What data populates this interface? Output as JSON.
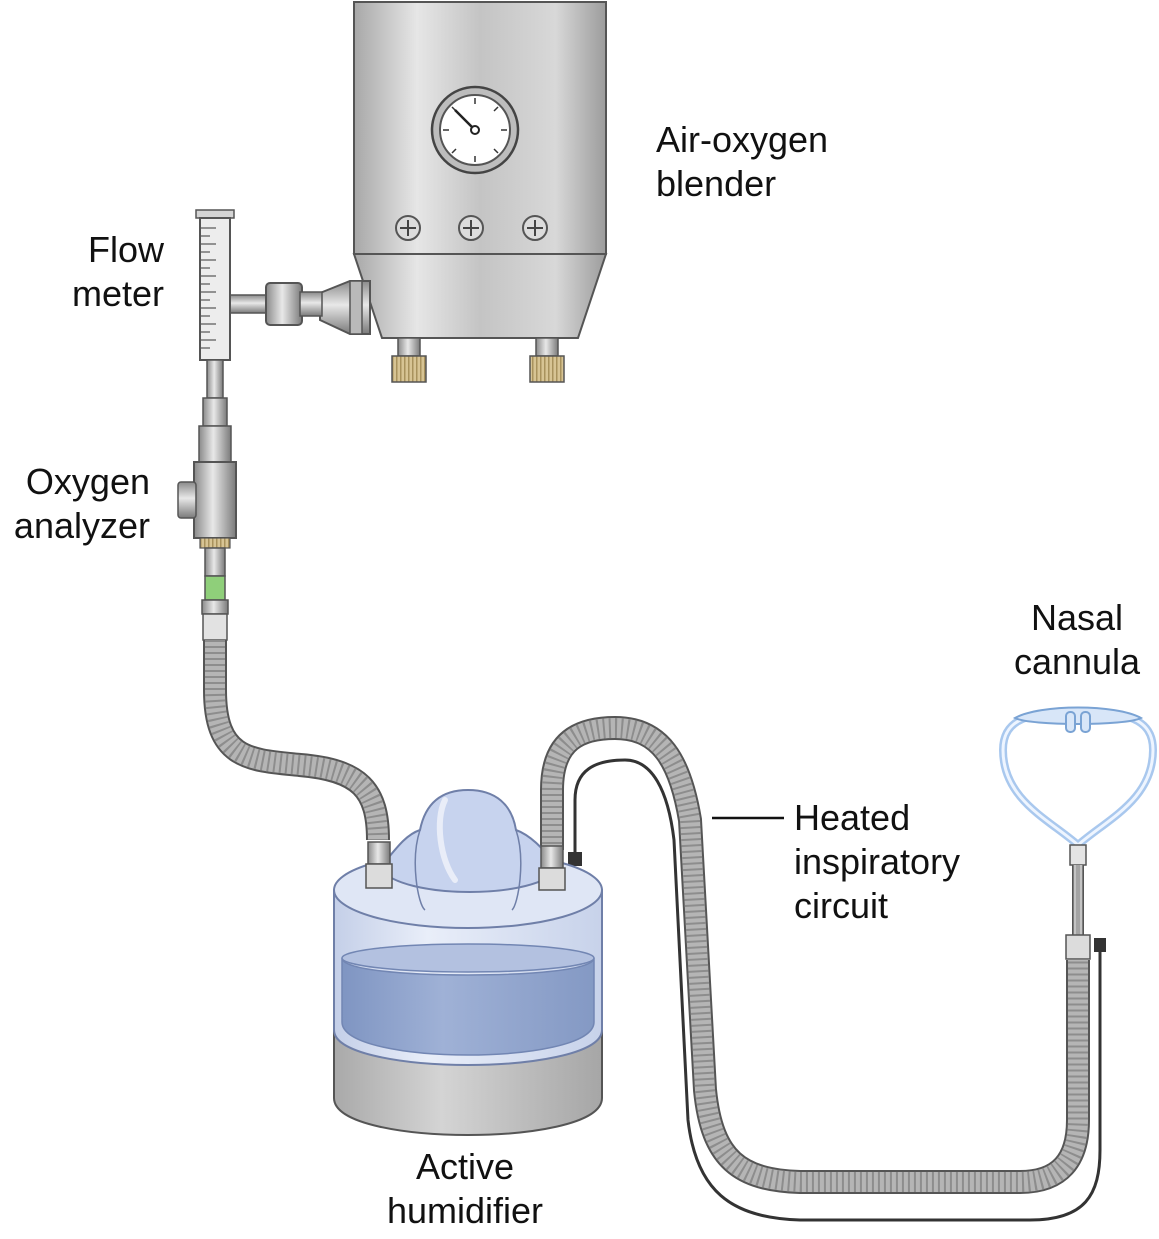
{
  "labels": {
    "blender": [
      "Air-oxygen",
      "blender"
    ],
    "flow_meter": [
      "Flow",
      "meter"
    ],
    "oxygen_analyzer": [
      "Oxygen",
      "analyzer"
    ],
    "nasal_cannula": [
      "Nasal",
      "cannula"
    ],
    "heated_circuit": [
      "Heated",
      "inspiratory",
      "circuit"
    ],
    "humidifier": [
      "Active",
      "humidifier"
    ]
  },
  "colors": {
    "metal": "#c9c9c9",
    "metal_dark": "#8e8e8e",
    "tubing": "#9a9a9a",
    "water": "#8fa3c9",
    "jar": "#d6dff1",
    "cannula": "#a9c8ee",
    "heater_wire": "#333333",
    "knurl": "#d8c79a",
    "analyzer_green": "#8fcf7a"
  }
}
